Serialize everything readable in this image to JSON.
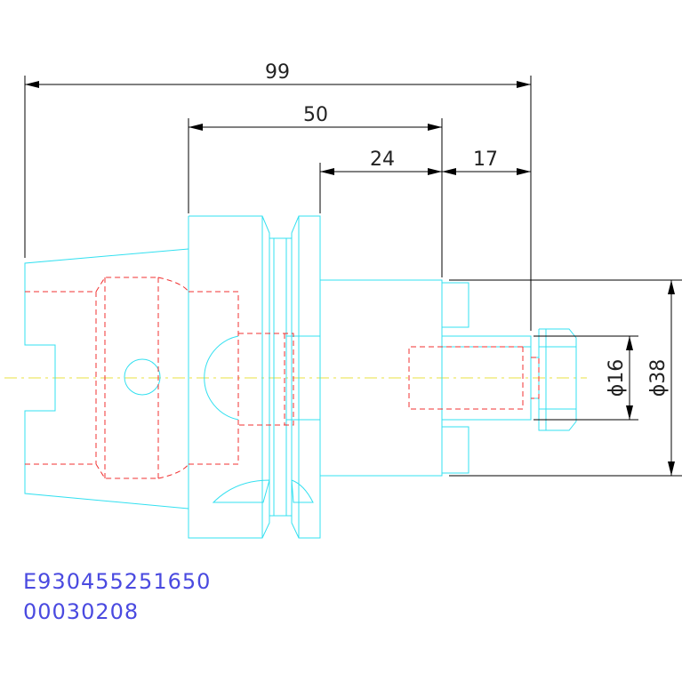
{
  "dimensions": {
    "overall_length": "99",
    "flange_to_end": "50",
    "shank_length": "24",
    "screw_protrusion": "17",
    "inner_diameter": "ϕ16",
    "outer_diameter": "ϕ38"
  },
  "part_number": "E930455251650",
  "drawing_code": "00030208",
  "colors": {
    "outline": "#33e0f0",
    "hidden_lines": "#f03030",
    "centerline": "#e8e040",
    "dimension": "#000000",
    "label_text": "#4a4ae0"
  }
}
